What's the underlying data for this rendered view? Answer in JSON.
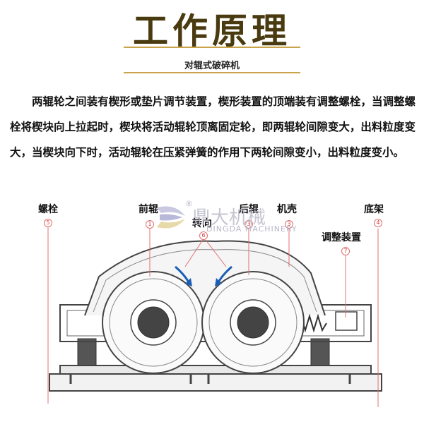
{
  "header": {
    "title": "工作原理",
    "subtitle": "对辊式破碎机"
  },
  "description": "两辊轮之间装有楔形或垫片调节装置，楔形装置的顶端装有调整螺栓，当调整螺栓将楔块向上拉起时，楔块将活动辊轮顶离固定轮，即两辊轮间隙变大，出料粒度变大，当楔块向下时，活动辊轮在压紧弹簧的作用下两轮间隙变小，出料粒度变小。",
  "labels": {
    "bolt": {
      "text": "螺栓",
      "num": "5"
    },
    "front_roller": {
      "text": "前辊",
      "num": "1"
    },
    "rear_roller": {
      "text": "后辊",
      "num": "3"
    },
    "housing": {
      "text": "机壳",
      "num": "3"
    },
    "rotation": {
      "text": "转向",
      "num": "6"
    },
    "base": {
      "text": "底架",
      "num": "4"
    },
    "adjuster": {
      "text": "调整装置",
      "num": "7"
    }
  },
  "watermark": {
    "brand": "鼎大机械",
    "brand_en": "DINGDA MACHINERY",
    "reg_mark": "®"
  },
  "colors": {
    "title": "#4a3a10",
    "accent_line": "#c9a24a",
    "leader_line": "#e07070",
    "arrow": "#1a5fb4",
    "machine_stroke": "#444444"
  }
}
